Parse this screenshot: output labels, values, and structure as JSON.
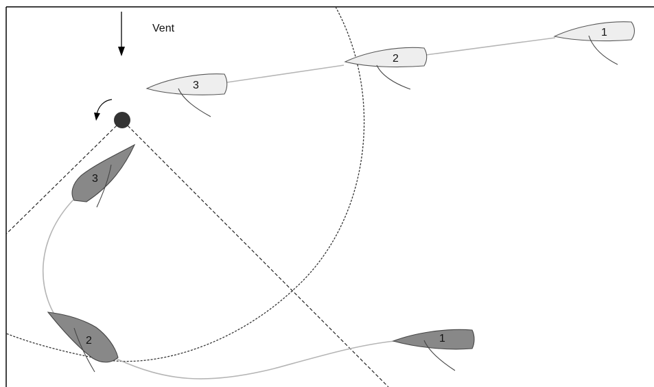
{
  "wind": {
    "label": "Vent"
  },
  "colors": {
    "boat_before_mark": "#eeeeee",
    "boat_after_mark": "#888888",
    "mark": "#333333",
    "track": "#b5b5b5"
  },
  "boats_before_mark": [
    {
      "number": "1"
    },
    {
      "number": "2"
    },
    {
      "number": "3"
    }
  ],
  "boats_after_mark": [
    {
      "number": "3"
    },
    {
      "number": "2"
    },
    {
      "number": "1"
    }
  ],
  "icons": {
    "wind": "down-arrow-icon",
    "rounding_direction": "curved-arrow-icon",
    "mark": "buoy-icon"
  }
}
